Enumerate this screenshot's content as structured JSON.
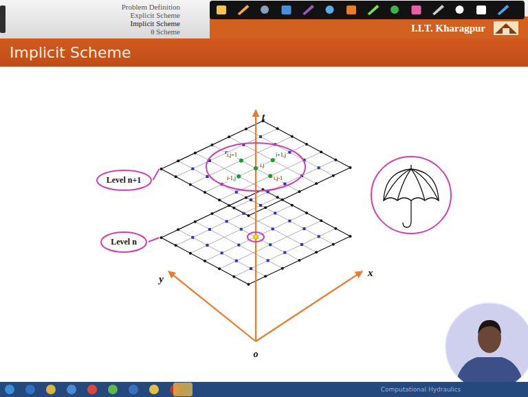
{
  "diagram": {
    "title": "Implicit Scheme",
    "nodes": [
      {
        "text": [
          "Level n+1"
        ]
      },
      {
        "text": [
          "Level n"
        ]
      }
    ],
    "labels": [
      "Problem Definition",
      "Explicit Scheme",
      "Implicit Scheme",
      "θ Scheme",
      "I.I.T. Kharagpur",
      "t",
      "x",
      "y",
      "o",
      "i,j+1",
      "i+1,j",
      "i,j",
      "i-1,j",
      "i,j-1",
      "Computational Hydraulics"
    ]
  }
}
